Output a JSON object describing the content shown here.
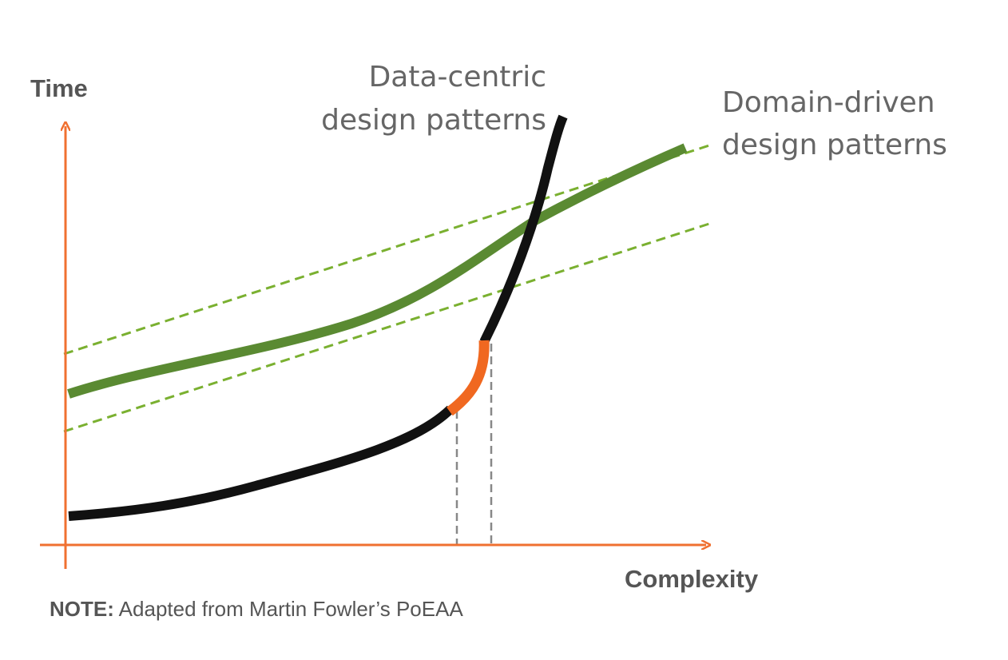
{
  "axes": {
    "y_label": "Time",
    "x_label": "Complexity"
  },
  "curves": {
    "data_centric": {
      "label_line1": "Data-centric",
      "label_line2": "design patterns"
    },
    "domain_driven": {
      "label_line1": "Domain-driven",
      "label_line2": "design patterns"
    }
  },
  "note": {
    "prefix": "NOTE:",
    "text": " Adapted from Martin Fowler’s PoEAA"
  },
  "colors": {
    "axis": "#f07030",
    "data_centric_curve": "#111111",
    "transition_segment": "#f06820",
    "domain_driven_curve": "#5a8a32",
    "confidence_band": "#7ab030",
    "guide_lines": "#888888",
    "label_text": "#666666"
  }
}
